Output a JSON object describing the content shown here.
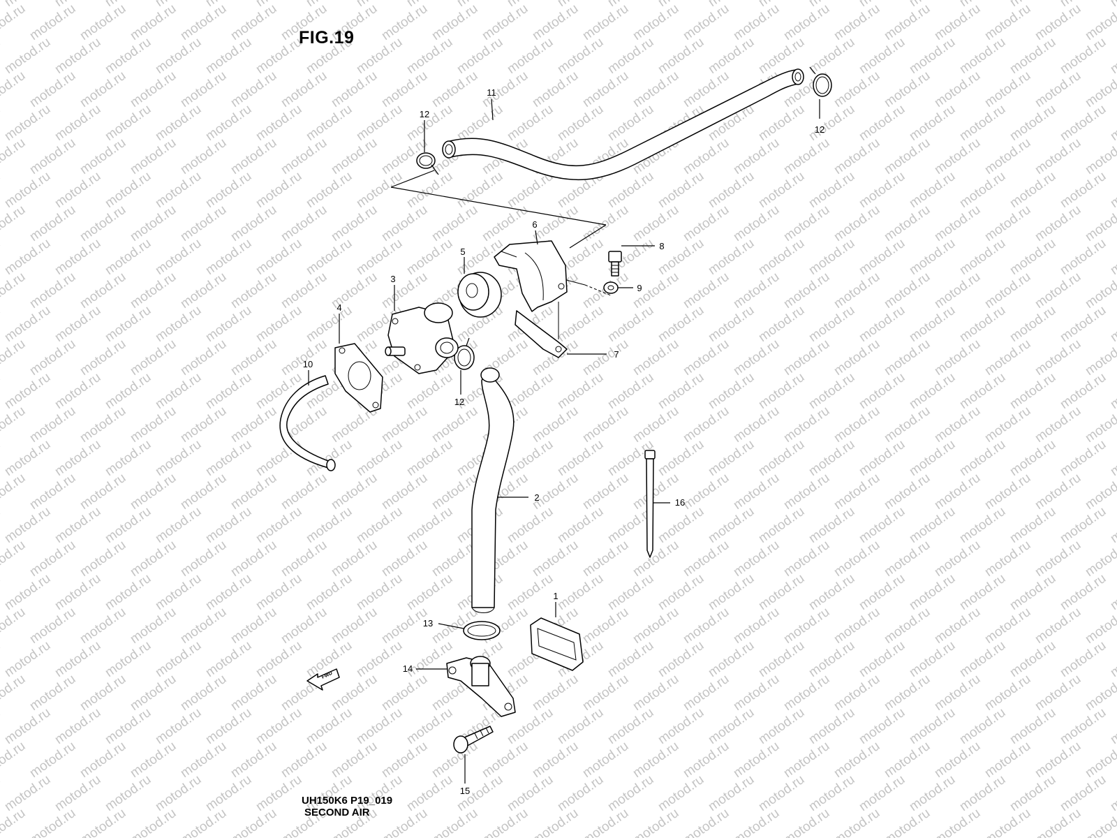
{
  "figure": {
    "title": "FIG.19",
    "code": "UH150K6 P19_019",
    "caption": "SECOND AIR",
    "watermark": "motod.ru",
    "fwd_label": "FWD"
  },
  "callouts": [
    "1",
    "2",
    "3",
    "4",
    "5",
    "6",
    "7",
    "8",
    "9",
    "10",
    "11",
    "12",
    "12",
    "12",
    "13",
    "14",
    "15",
    "16"
  ],
  "colors": {
    "line": "#000000",
    "watermark": "#c4c4c4",
    "background": "#ffffff"
  }
}
